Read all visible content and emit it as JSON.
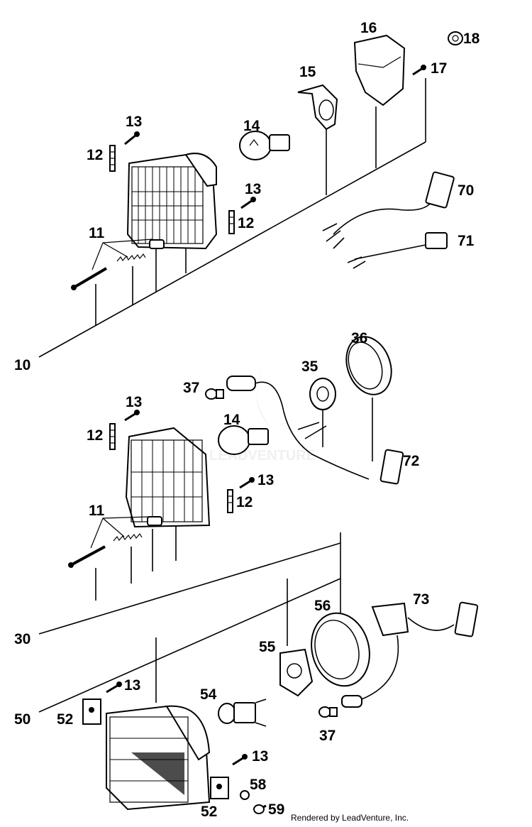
{
  "diagram": {
    "watermark": "LEADVENTURE",
    "credit": "Rendered by LeadVenture, Inc.",
    "labels": [
      {
        "id": "10",
        "text": "10"
      },
      {
        "id": "11a",
        "text": "11"
      },
      {
        "id": "12a",
        "text": "12"
      },
      {
        "id": "12b",
        "text": "12"
      },
      {
        "id": "13a",
        "text": "13"
      },
      {
        "id": "13b",
        "text": "13"
      },
      {
        "id": "14a",
        "text": "14"
      },
      {
        "id": "15",
        "text": "15"
      },
      {
        "id": "16",
        "text": "16"
      },
      {
        "id": "17",
        "text": "17"
      },
      {
        "id": "18",
        "text": "18"
      },
      {
        "id": "70",
        "text": "70"
      },
      {
        "id": "71",
        "text": "71"
      },
      {
        "id": "30",
        "text": "30"
      },
      {
        "id": "11b",
        "text": "11"
      },
      {
        "id": "12c",
        "text": "12"
      },
      {
        "id": "12d",
        "text": "12"
      },
      {
        "id": "13c",
        "text": "13"
      },
      {
        "id": "13d",
        "text": "13"
      },
      {
        "id": "14b",
        "text": "14"
      },
      {
        "id": "35",
        "text": "35"
      },
      {
        "id": "36",
        "text": "36"
      },
      {
        "id": "37a",
        "text": "37"
      },
      {
        "id": "72",
        "text": "72"
      },
      {
        "id": "50",
        "text": "50"
      },
      {
        "id": "52a",
        "text": "52"
      },
      {
        "id": "52b",
        "text": "52"
      },
      {
        "id": "13e",
        "text": "13"
      },
      {
        "id": "13f",
        "text": "13"
      },
      {
        "id": "54",
        "text": "54"
      },
      {
        "id": "55",
        "text": "55"
      },
      {
        "id": "56",
        "text": "56"
      },
      {
        "id": "37b",
        "text": "37"
      },
      {
        "id": "73",
        "text": "73"
      },
      {
        "id": "58",
        "text": "58"
      },
      {
        "id": "59",
        "text": "59"
      }
    ]
  }
}
